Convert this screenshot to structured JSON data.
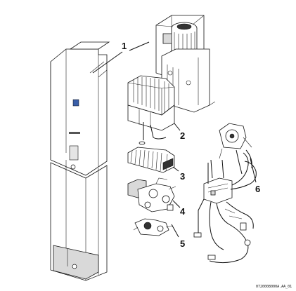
{
  "callouts": [
    "1",
    "2",
    "3",
    "4",
    "5",
    "6"
  ],
  "drawing_code": "0720008000A.AA_01",
  "badge_color": "#3a5fa8"
}
